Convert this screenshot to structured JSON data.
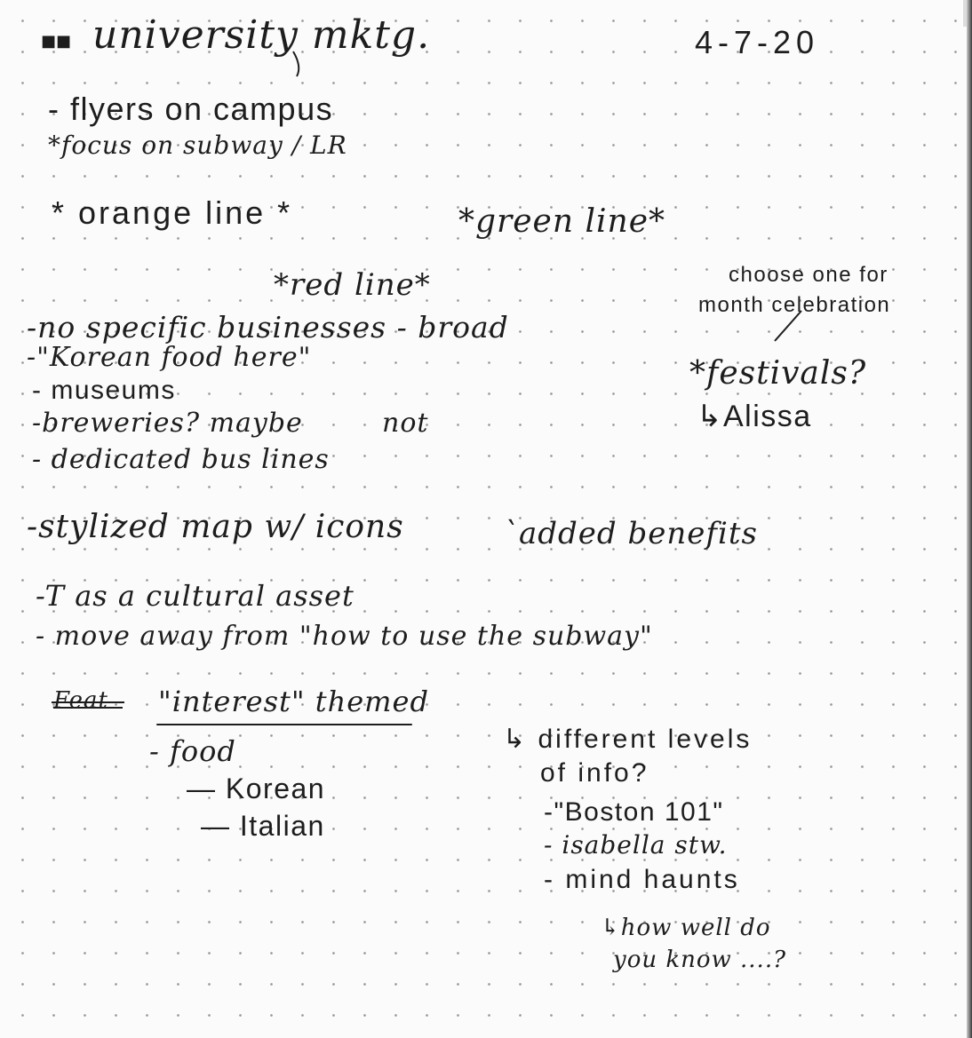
{
  "notes": {
    "title": "university mktg.",
    "date": "4-7-20",
    "lines": {
      "flyers": "- flyers on campus",
      "focus": "*focus on subway / LR",
      "orange_line": "* orange line *",
      "green_line": "*green line*",
      "red_line": "*red line*",
      "choose_1": "choose one for",
      "choose_2": "month celebration",
      "festivals": "*festivals?",
      "alissa": "↳Alissa",
      "no_specific": "-no specific businesses - broad",
      "korean_food": "-\"Korean food here\"",
      "museums": "- museums",
      "breweries_a": "-breweries? maybe",
      "breweries_b": "not",
      "bus_lines": "- dedicated bus lines",
      "stylized_map": "-stylized map w/ icons",
      "added_benefits": "`added benefits",
      "t_cultural": "-T as a cultural asset",
      "move_away": "- move away from \"how to use the subway\"",
      "scribbled": "Feat",
      "interest_themed": "\"interest\" themed",
      "food": "- food",
      "korean": "— Korean",
      "italian": "— Italian",
      "levels_1": "↳ different levels",
      "levels_2": "of info?",
      "boston101": "-\"Boston 101\"",
      "isabella": "- isabella stw.",
      "mind_haunts": "- mind haunts",
      "how_well_1": "↳how well do",
      "how_well_2": "you know ....?"
    }
  }
}
